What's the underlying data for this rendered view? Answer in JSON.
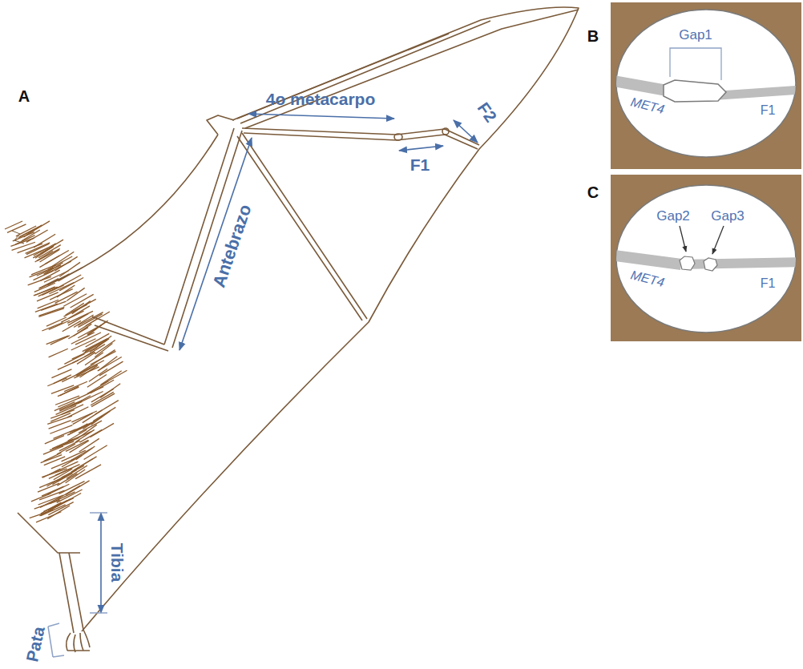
{
  "diagram": {
    "labels": [
      "A",
      "4o metacarpo",
      "F1",
      "F2",
      "Antebrazo",
      "Tibia",
      "Pata",
      "B",
      "Gap1",
      "MET4",
      "F1",
      "C",
      "Gap2",
      "Gap3",
      "MET4",
      "F1"
    ]
  }
}
